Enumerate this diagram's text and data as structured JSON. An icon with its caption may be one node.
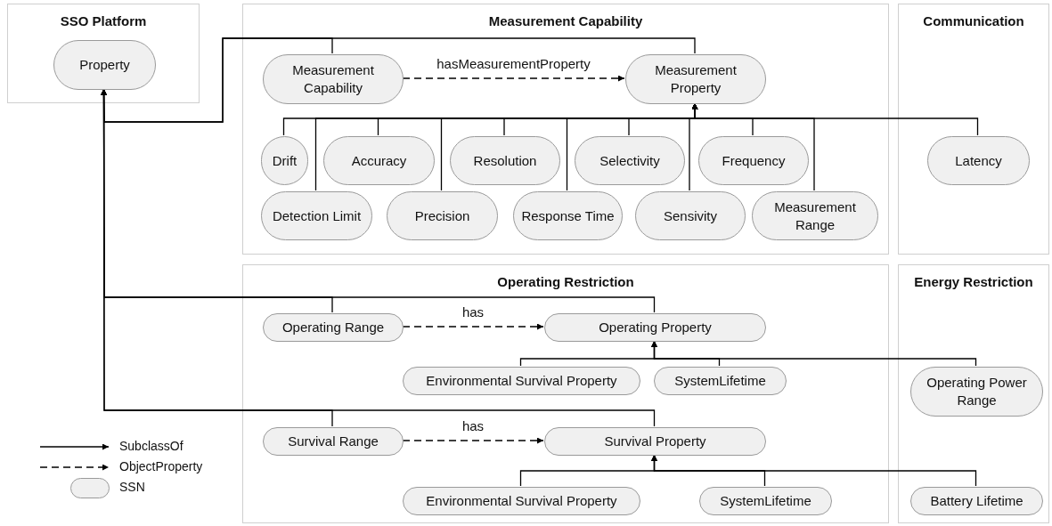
{
  "diagram": {
    "nodes": [
      {
        "text": [
          "SSO Platform"
        ]
      },
      {
        "text": [
          "Property"
        ],
        "in": 0
      },
      {
        "text": [
          "Measurement Capability"
        ]
      },
      {
        "text": [
          "Measurement Capability"
        ],
        "in": 2
      },
      {
        "text": [
          "Measurement Property"
        ],
        "in": 2
      },
      {
        "text": [
          "Drift"
        ],
        "in": 2
      },
      {
        "text": [
          "Accuracy"
        ],
        "in": 2
      },
      {
        "text": [
          "Resolution"
        ],
        "in": 2
      },
      {
        "text": [
          "Selectivity"
        ],
        "in": 2
      },
      {
        "text": [
          "Frequency"
        ],
        "in": 2
      },
      {
        "text": [
          "Detection Limit"
        ],
        "in": 2
      },
      {
        "text": [
          "Precision"
        ],
        "in": 2
      },
      {
        "text": [
          "Response Time"
        ],
        "in": 2
      },
      {
        "text": [
          "Sensivity"
        ],
        "in": 2
      },
      {
        "text": [
          "Measurement Range"
        ],
        "in": 2
      },
      {
        "text": [
          "Communication"
        ]
      },
      {
        "text": [
          "Latency"
        ],
        "in": 15
      },
      {
        "text": [
          "Operating Restriction"
        ]
      },
      {
        "text": [
          "Operating Range"
        ],
        "in": 17
      },
      {
        "text": [
          "Operating Property"
        ],
        "in": 17
      },
      {
        "text": [
          "Environmental Survival Property"
        ],
        "in": 17
      },
      {
        "text": [
          "SystemLifetime"
        ],
        "in": 17
      },
      {
        "text": [
          "Survival Range"
        ],
        "in": 17
      },
      {
        "text": [
          "Survival Property"
        ],
        "in": 17
      },
      {
        "text": [
          "Environmental Survival Property"
        ],
        "in": 17
      },
      {
        "text": [
          "SystemLifetime"
        ],
        "in": 17
      },
      {
        "text": [
          "Energy Restriction"
        ]
      },
      {
        "text": [
          "Operating Power Range"
        ],
        "in": 26
      },
      {
        "text": [
          "Battery Lifetime"
        ],
        "in": 26
      }
    ],
    "edges": [
      {
        "from": 3,
        "to": 1,
        "arrow": "to"
      },
      {
        "from": 4,
        "to": 1,
        "arrow": "to"
      },
      {
        "from": 18,
        "to": 1,
        "arrow": "to"
      },
      {
        "from": 19,
        "to": 1,
        "arrow": "to"
      },
      {
        "from": 22,
        "to": 1,
        "arrow": "to"
      },
      {
        "from": 23,
        "to": 1,
        "arrow": "to"
      },
      {
        "from": 3,
        "to": 4,
        "arrow": "to",
        "label": "hasMeasurementProperty",
        "style": "dashed"
      },
      {
        "from": 5,
        "to": 4,
        "arrow": "to"
      },
      {
        "from": 6,
        "to": 4,
        "arrow": "to"
      },
      {
        "from": 7,
        "to": 4,
        "arrow": "to"
      },
      {
        "from": 8,
        "to": 4,
        "arrow": "to"
      },
      {
        "from": 9,
        "to": 4,
        "arrow": "to"
      },
      {
        "from": 10,
        "to": 4,
        "arrow": "to"
      },
      {
        "from": 11,
        "to": 4,
        "arrow": "to"
      },
      {
        "from": 12,
        "to": 4,
        "arrow": "to"
      },
      {
        "from": 13,
        "to": 4,
        "arrow": "to"
      },
      {
        "from": 14,
        "to": 4,
        "arrow": "to"
      },
      {
        "from": 16,
        "to": 4,
        "arrow": "to"
      },
      {
        "from": 18,
        "to": 19,
        "arrow": "to",
        "label": "has",
        "style": "dashed"
      },
      {
        "from": 20,
        "to": 19,
        "arrow": "to"
      },
      {
        "from": 21,
        "to": 19,
        "arrow": "to"
      },
      {
        "from": 27,
        "to": 19,
        "arrow": "to"
      },
      {
        "from": 22,
        "to": 23,
        "arrow": "to",
        "label": "has",
        "style": "dashed"
      },
      {
        "from": 24,
        "to": 23,
        "arrow": "to"
      },
      {
        "from": 25,
        "to": 23,
        "arrow": "to"
      },
      {
        "from": 28,
        "to": 23,
        "arrow": "to"
      }
    ],
    "legend": [
      {
        "text": "SubclassOf"
      },
      {
        "text": "ObjectProperty"
      },
      {
        "text": "SSN"
      }
    ]
  }
}
